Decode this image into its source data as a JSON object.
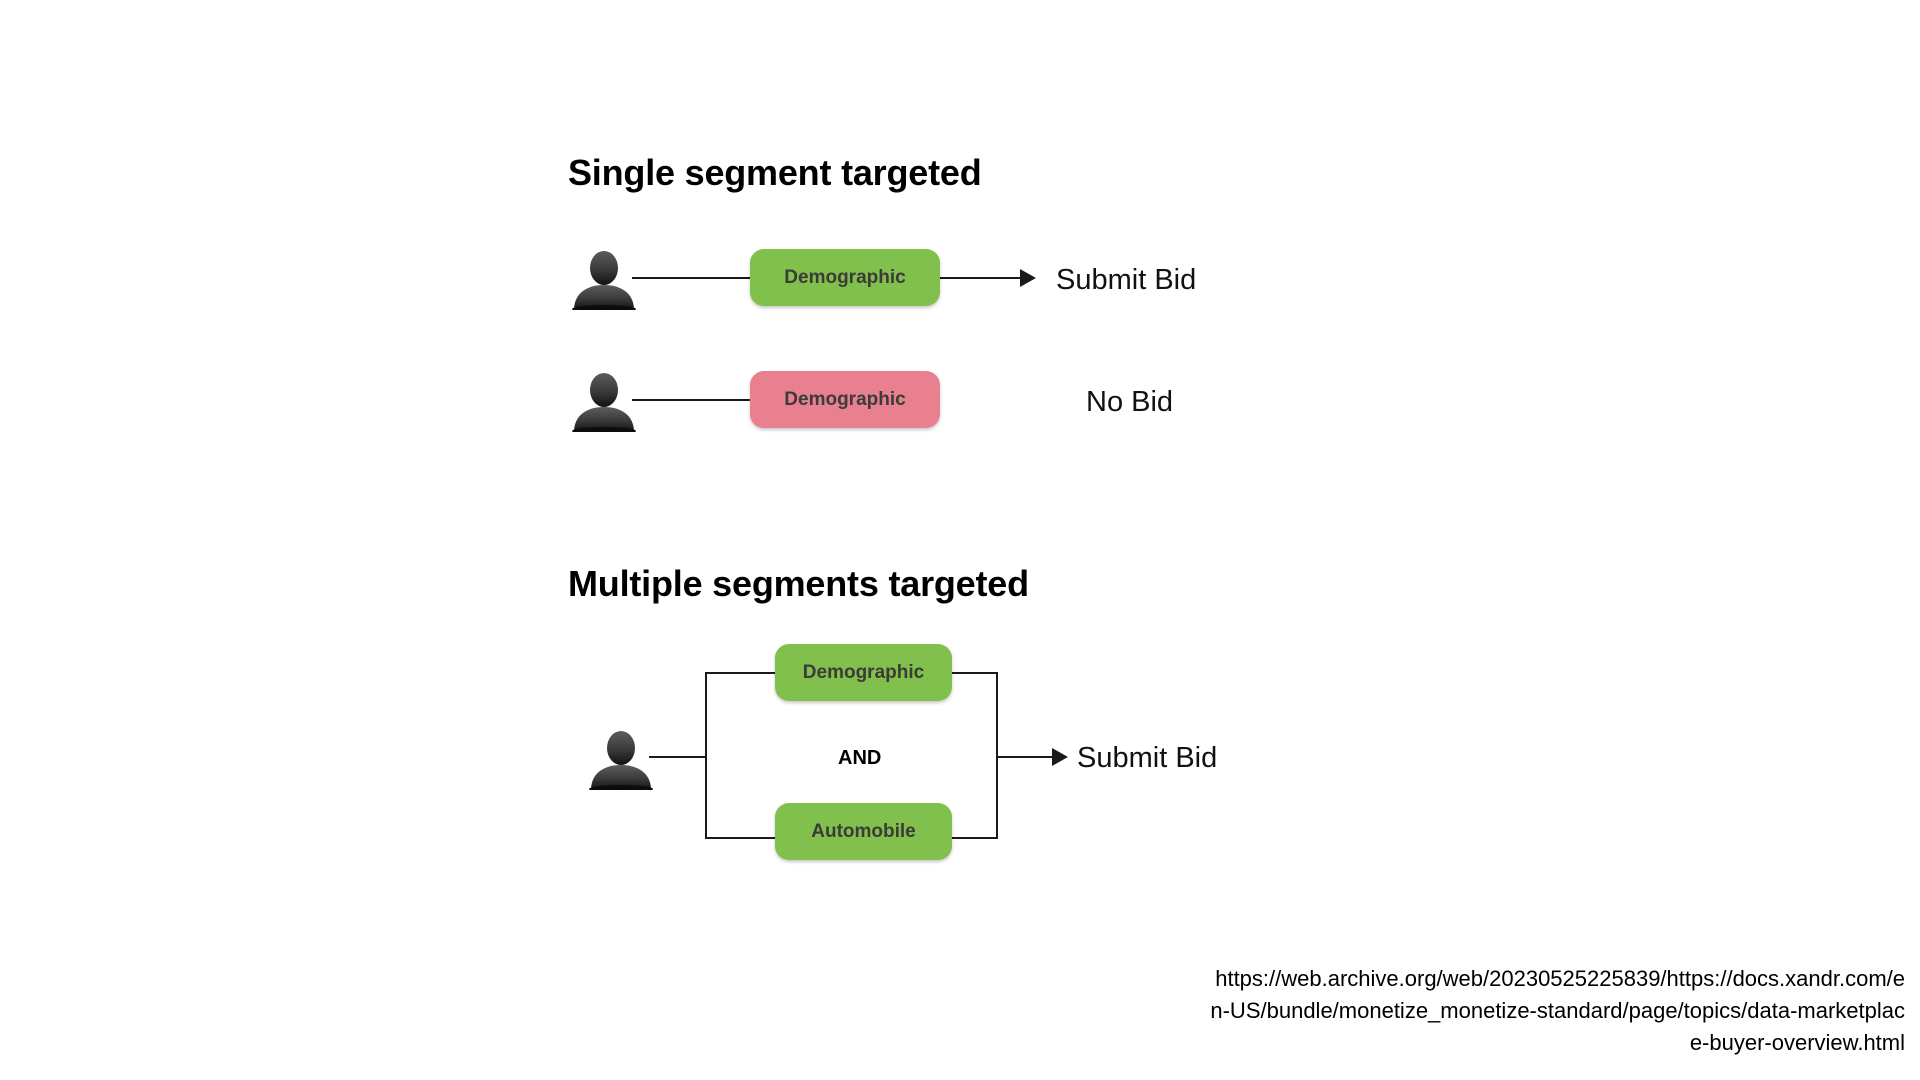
{
  "colors": {
    "segment_match": "#81c04c",
    "segment_nomatch": "#e8808f",
    "line": "#1a1a1a",
    "box_text": "#3b3b38",
    "background": "#ffffff"
  },
  "sections": [
    {
      "title": "Single segment targeted",
      "rows": [
        {
          "actor": "user-silhouette",
          "segment": "Demographic",
          "segment_state": "match",
          "outcome": "Submit Bid",
          "has_arrow": true
        },
        {
          "actor": "user-silhouette",
          "segment": "Demographic",
          "segment_state": "no-match",
          "outcome": "No Bid",
          "has_arrow": false
        }
      ]
    },
    {
      "title": "Multiple segments targeted",
      "rows": [
        {
          "actor": "user-silhouette",
          "segments": [
            {
              "label": "Demographic",
              "segment_state": "match"
            },
            {
              "label": "Automobile",
              "segment_state": "match"
            }
          ],
          "operator": "AND",
          "outcome": "Submit Bid",
          "has_arrow": true
        }
      ]
    }
  ],
  "source": {
    "url": "https://web.archive.org/web/20230525225839/https://docs.xandr.com/en-US/bundle/monetize_monetize-standard/page/topics/data-marketplace-buyer-overview.html"
  }
}
